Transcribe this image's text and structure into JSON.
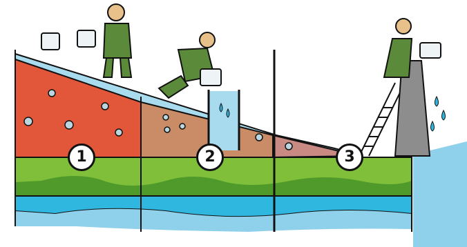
{
  "markers": [
    {
      "label": "1"
    },
    {
      "label": "2"
    },
    {
      "label": "3"
    }
  ],
  "colors": {
    "water": "#8fd0ea",
    "deep_water": "#2fb7e0",
    "soil_red": "#e2573a",
    "soil_brown": "#c98c66",
    "soil_pink": "#c98a84",
    "grass": "#7fbf3a",
    "dark_grass": "#4f9a2a",
    "figure_green": "#5b8a3a",
    "skin": "#e7c08a",
    "tower_grey": "#8d8d8d",
    "outline": "#111111"
  }
}
